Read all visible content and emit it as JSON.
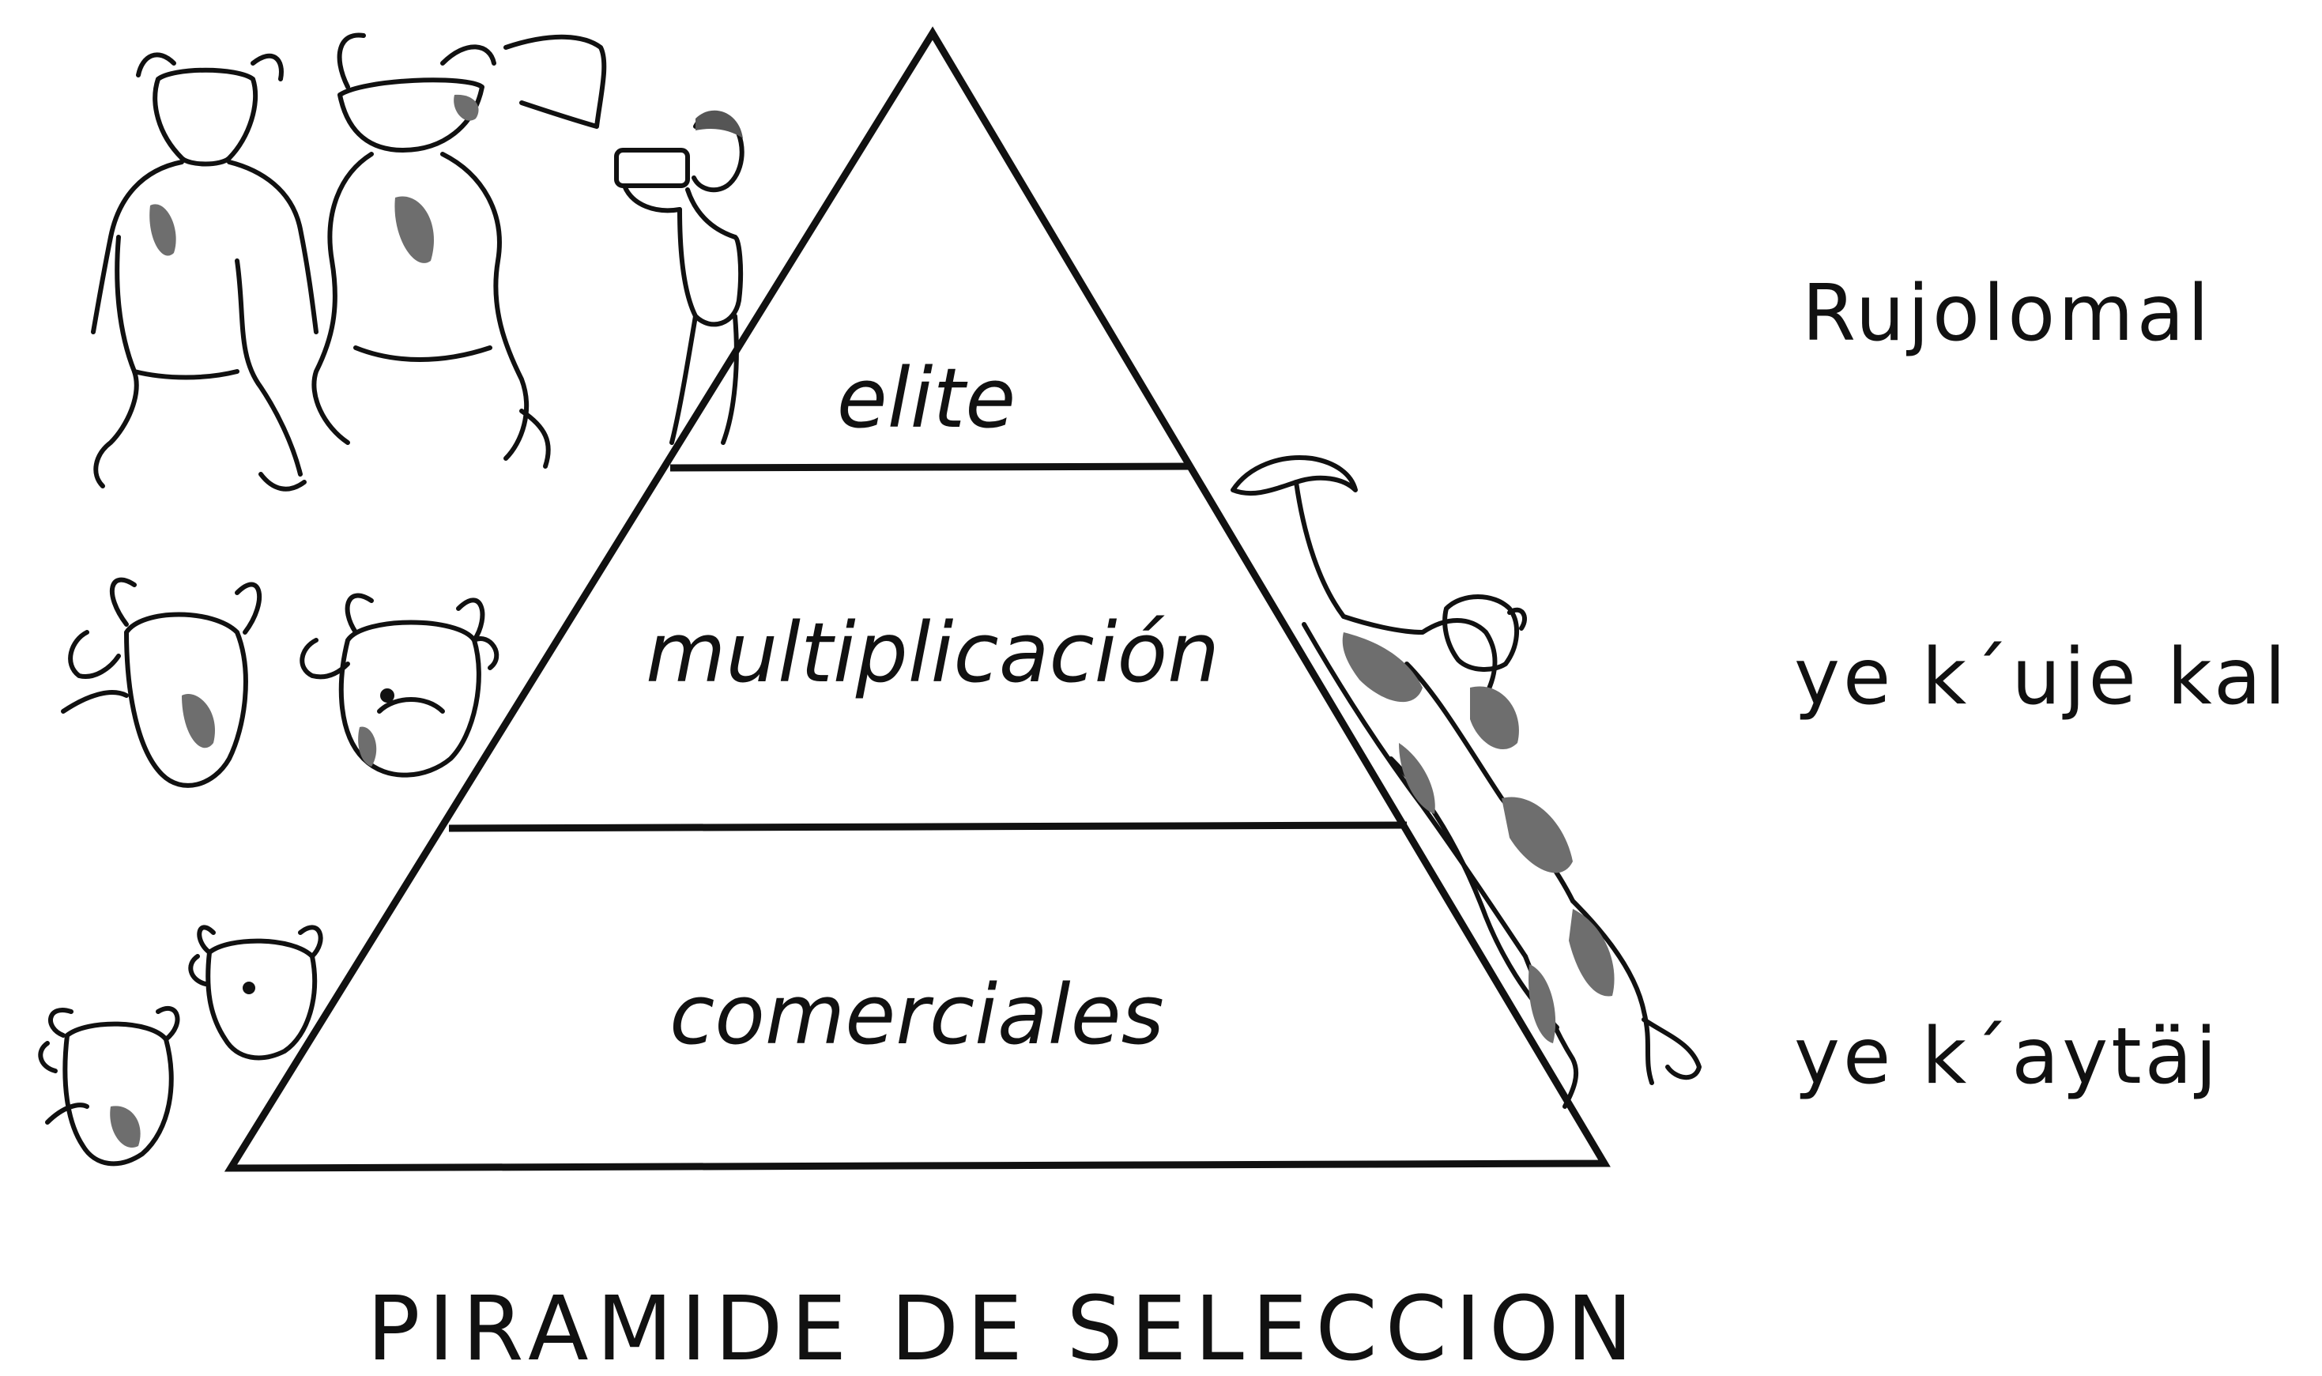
{
  "pyramid": {
    "tiers": [
      {
        "label": "elite",
        "local_name": "Rujolomal"
      },
      {
        "label": "multiplicación",
        "local_name": "ye k´uje kal"
      },
      {
        "label": "comerciales",
        "local_name": "ye k´aytäj"
      }
    ],
    "caption": "PIRAMIDE DE SELECCION"
  },
  "illustrations": [
    "standing-bulls-icon",
    "photographer-icon",
    "cow-heads-icon",
    "calf-heads-icon",
    "climbing-cow-icon"
  ],
  "colors": {
    "ink": "#111111",
    "shade": "#6e6e6e",
    "background": "#ffffff"
  }
}
